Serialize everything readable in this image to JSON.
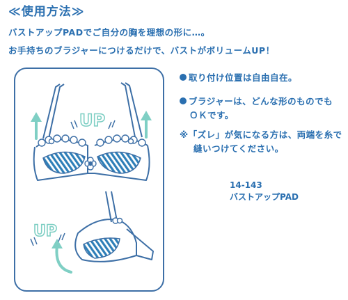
{
  "heading": "≪使用方法≫",
  "intro": {
    "line1": "バストアップPADでご自分の胸を理想の形に…。",
    "line2": "お手持ちのブラジャーにつけるだけで、バストがボリュームUP！"
  },
  "illustration": {
    "up_label_top": "UP",
    "up_label_bottom": "UP"
  },
  "notes": {
    "note1": "取り付け位置は自由自在。",
    "note2_line1": "ブラジャーは、どんな形のものでも",
    "note2_line2": "ＯＫです。",
    "note3_line1": "※「ズレ」が気になる方は、両端を糸で",
    "note3_line2": "縫いつけてください。"
  },
  "product": {
    "code": "14-143",
    "name": "バストアップPAD"
  },
  "colors": {
    "text": "#2a6fb0",
    "outline": "#3d6fa6",
    "arrow": "#7fcfc4",
    "pad_fill": "#2e7fb8"
  }
}
